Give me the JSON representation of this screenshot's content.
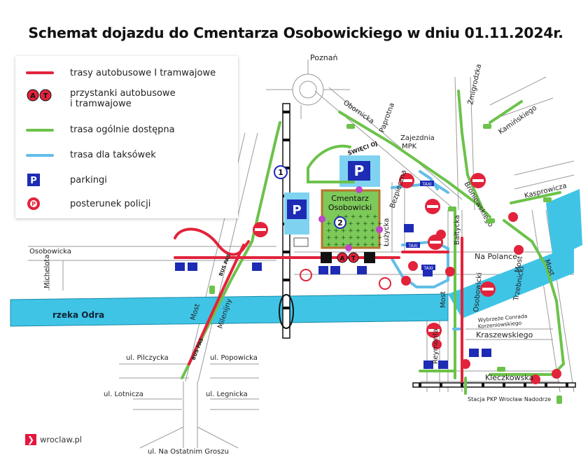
{
  "title": "Schemat dojazdu do Cmentarza Osobowickiego w dniu 01.11.2024r.",
  "legend": {
    "items": [
      {
        "label": "trasy autobusowe I tramwajowe",
        "color": "#e2233b"
      },
      {
        "label": "przystanki autobusowe\ni tramwajowe",
        "symbol": "A T"
      },
      {
        "label": "trasa ogólnie dostępna",
        "color": "#6cc24a"
      },
      {
        "label": "trasa dla taksówek",
        "color": "#62bde8"
      },
      {
        "label": "parkingi",
        "symbol": "P"
      },
      {
        "label": "posterunek policji",
        "symbol": "P"
      }
    ]
  },
  "map": {
    "poznan": "Poznań",
    "cemetery": [
      "Cmentarz",
      "Osobowicki"
    ],
    "streets": {
      "obornicka": "Obornicka",
      "paprotna": "Paprotna",
      "zajezdnia_1": "Zajezdnia",
      "zajezdnia_2": "MPK",
      "zmigrodzka": "Żmigrodzka",
      "kaminskiego": "Kamińskiego",
      "kasprowicza": "Kasprowicza",
      "broniewskiego": "Broniewskiego",
      "bezpieczna": "Bezpieczna",
      "lużycka": "Łużycka",
      "baltycka": "Bałtycka",
      "na_polance": "Na Polance",
      "osobowicka": "Osobowicka",
      "michelota": "Michelota",
      "rzeka_odra": "rzeka Odra",
      "most_left": "Most",
      "milenijny": "Milenijny",
      "bus_pas_1": "BUS PAS",
      "bus_pas_2": "BUS PAS",
      "most_trzebnicki": "Most",
      "trzebnicki": "Trzebnicki",
      "osobowicki_bridge": "Osobowicki",
      "most_right": "Most",
      "most_mid": "Most",
      "wybrzeze_1": "Wybrzeże Conrada",
      "wybrzeze_2": "Korzeniowskiego",
      "kraszewskiego": "Kraszewskiego",
      "reymonta": "Reymonta",
      "kleczkowska": "Kleczkowska",
      "stacja": "Stacja PKP Wrocław Nadodrze",
      "pilczycka": "ul. Pilczycka",
      "popowicka": "ul. Popowicka",
      "lotnicza": "ul. Lotnicza",
      "legnicka": "ul. Legnicka",
      "ostatnim": "ul. Na Ostatnim Groszu",
      "swieci": "ŚWIĘCI OJ",
      "taxi": "TAXI",
      "stop_a": "A",
      "stop_t": "T",
      "p": "P",
      "num1": "1",
      "num2": "2"
    }
  },
  "brand": "wroclaw.pl",
  "colors": {
    "red": "#e2233b",
    "green": "#6cc24a",
    "blue": "#62bde8",
    "river": "#3fc4e6",
    "parking": "#1d2bb5"
  }
}
